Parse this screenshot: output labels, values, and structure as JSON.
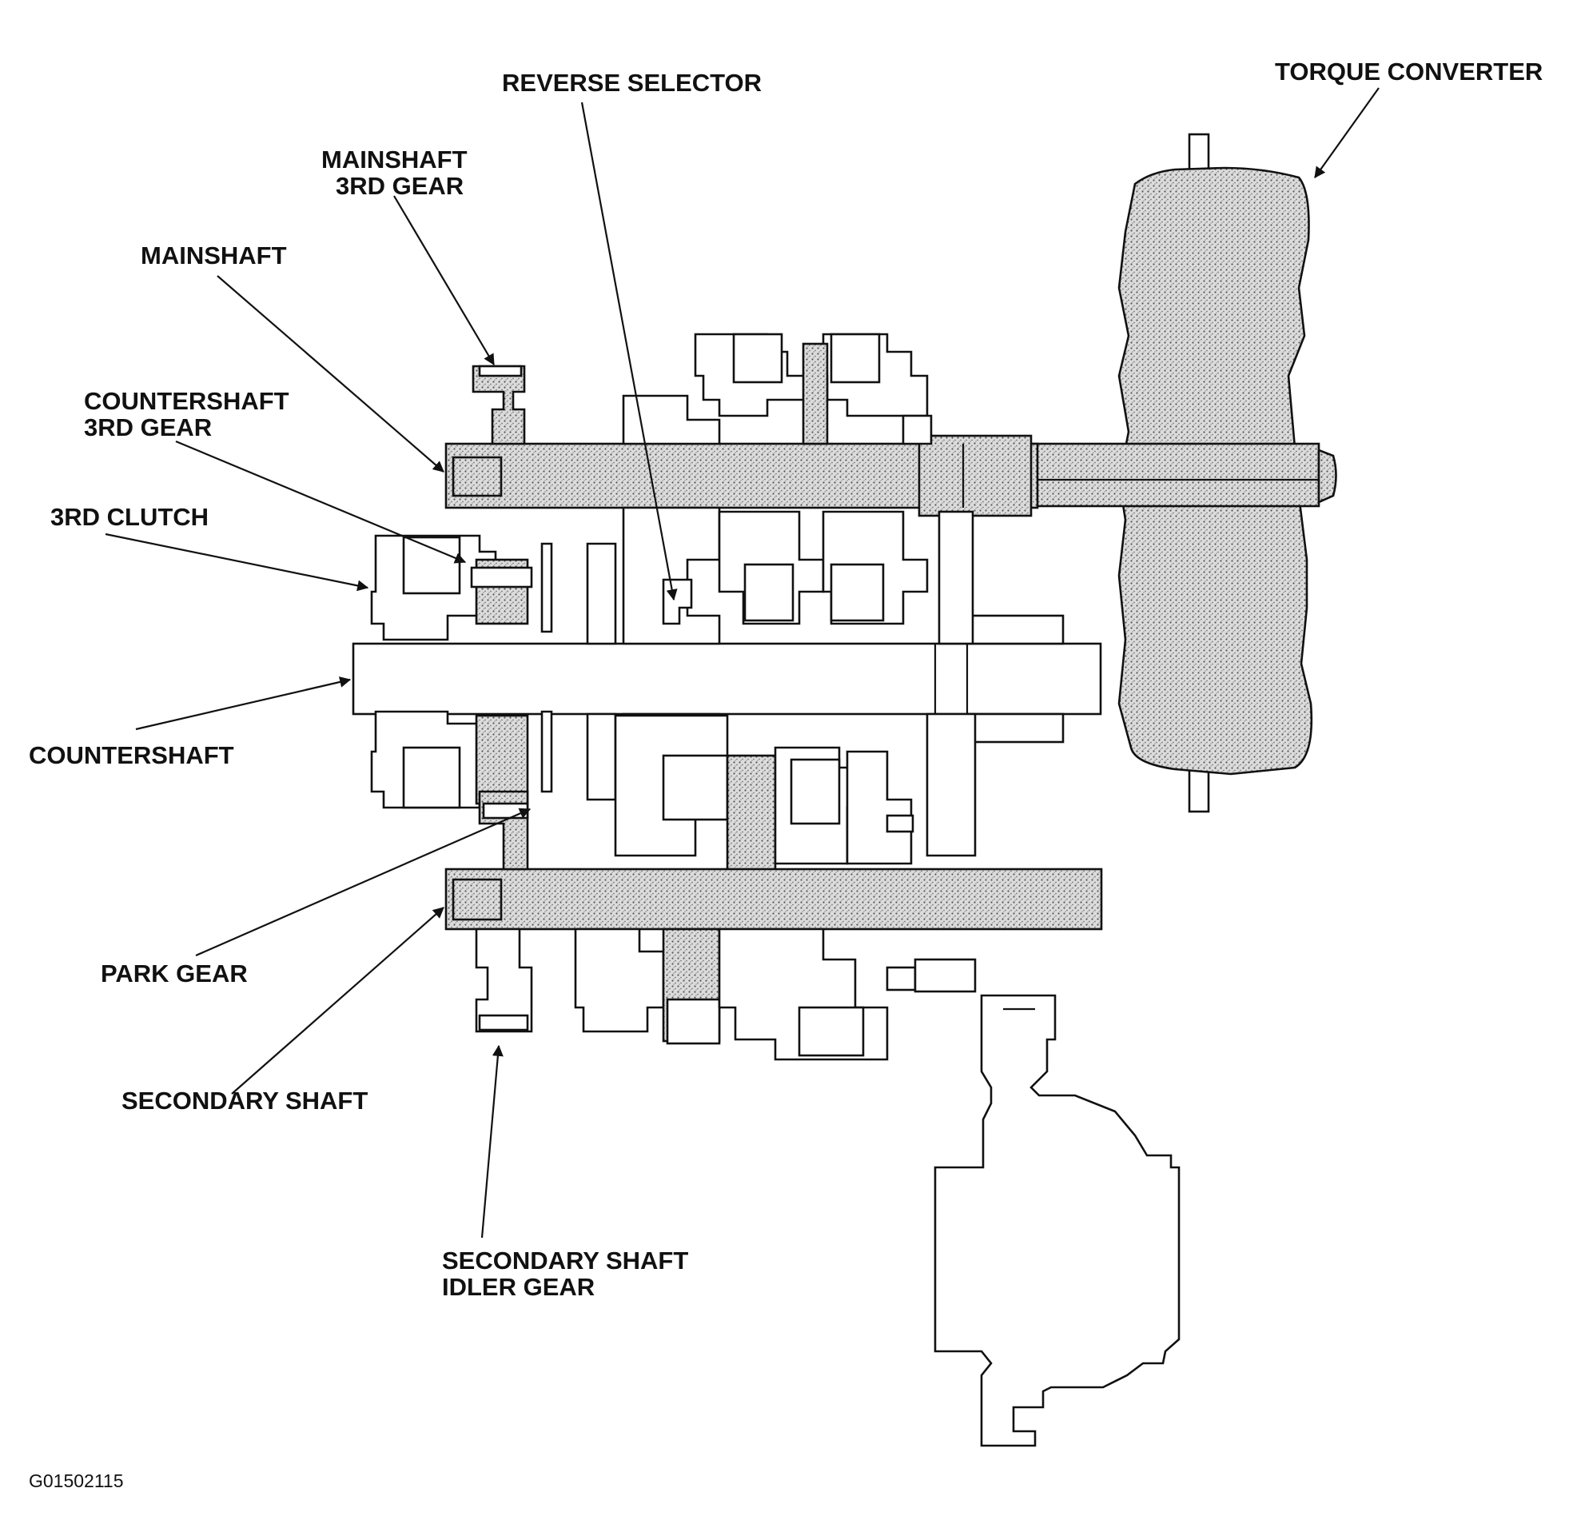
{
  "labels": {
    "reverse_selector": "REVERSE SELECTOR",
    "torque_converter": "TORQUE CONVERTER",
    "mainshaft_3rd_gear_line1": "MAINSHAFT",
    "mainshaft_3rd_gear_line2": "3RD GEAR",
    "mainshaft": "MAINSHAFT",
    "countershaft_3rd_gear_line1": "COUNTERSHAFT",
    "countershaft_3rd_gear_line2": "3RD GEAR",
    "third_clutch": "3RD CLUTCH",
    "countershaft": "COUNTERSHAFT",
    "park_gear": "PARK GEAR",
    "secondary_shaft": "SECONDARY SHAFT",
    "secondary_shaft_idler_gear_line1": "SECONDARY SHAFT",
    "secondary_shaft_idler_gear_line2": "IDLER GEAR"
  },
  "figure_code": "G01502115",
  "colors": {
    "ink": "#111111",
    "shading": "#9a9a9a",
    "background": "#ffffff"
  }
}
